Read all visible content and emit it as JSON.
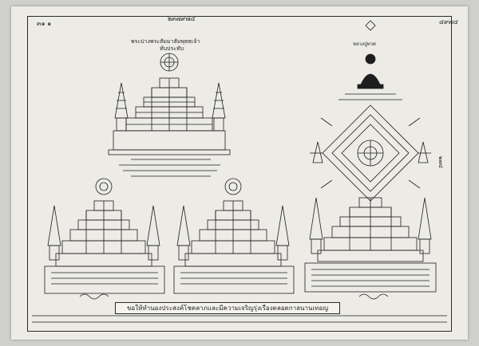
{
  "header": {
    "top_left_code": "๓๑ ๑",
    "top_center_code": "๒๓๗๙๗๔",
    "top_right_code": "๔๙๗๔"
  },
  "right_vertical": "๒๗๔",
  "upper_left_talisman": {
    "title_line1": "พระปางพระสัมมาสัมพุทธเจ้า",
    "title_line2": "ทับประทับ"
  },
  "upper_right_talisman": {
    "monk_caption": "หลวงปู่ทวด"
  },
  "closing_banner": "ขอให้ทำนองประสงค์โชคลาภและมีความเจริญรุ่งเรืองตลอดกาลนานเทอญ",
  "colors": {
    "ink": "#1e1e1e",
    "paper": "#ecebe6",
    "backdrop": "#cfcfcb"
  },
  "icons": [
    "seal-icon",
    "monk-figure-icon",
    "yantra-wheel-icon",
    "pagoda-icon"
  ]
}
